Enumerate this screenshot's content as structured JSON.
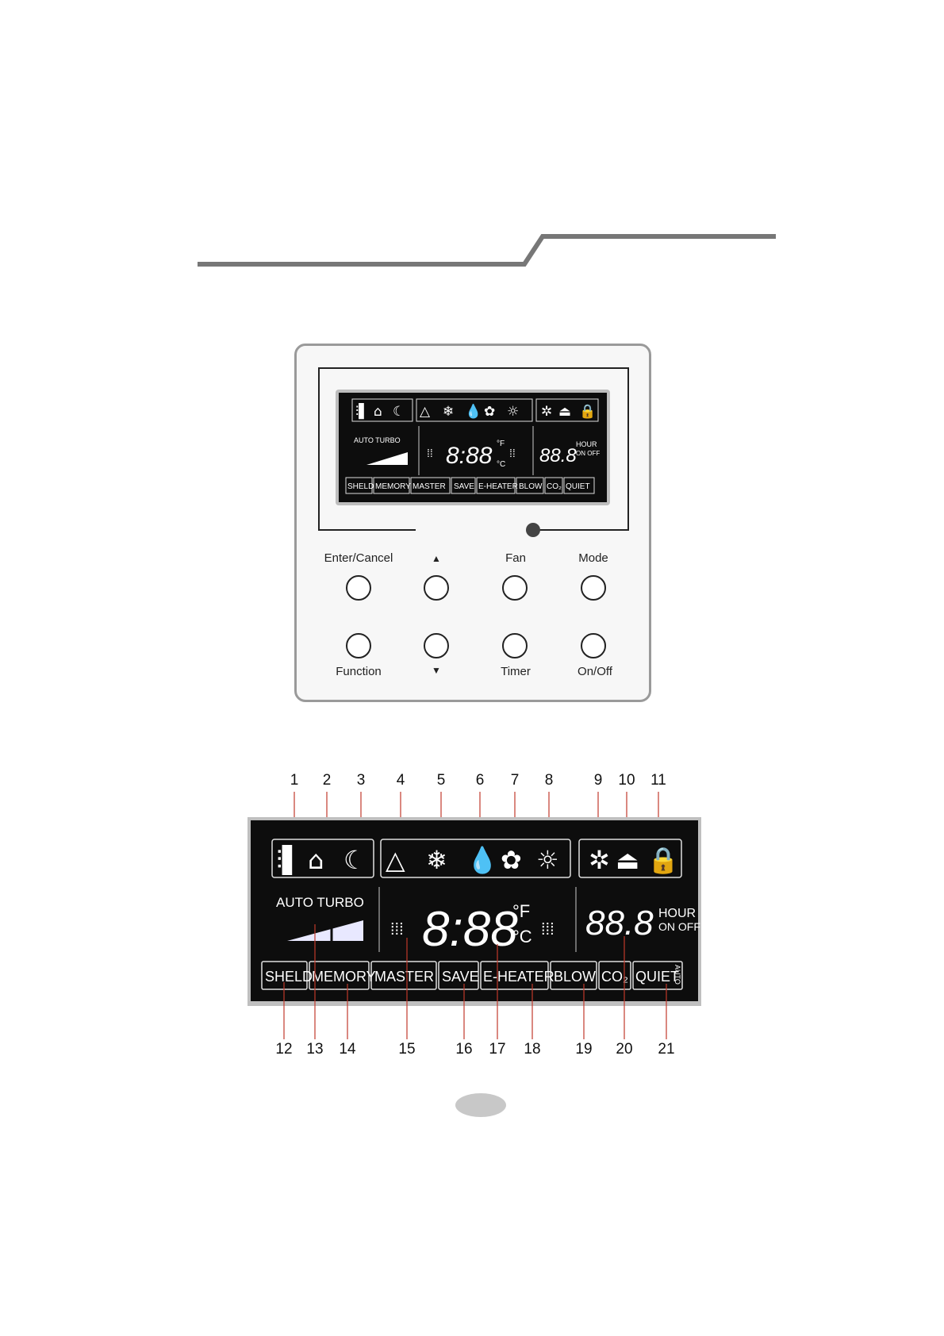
{
  "controller": {
    "buttons": [
      {
        "label": "Enter/Cancel",
        "name": "enter-cancel-button"
      },
      {
        "label": "▲",
        "name": "up-button"
      },
      {
        "label": "Fan",
        "name": "fan-button"
      },
      {
        "label": "Mode",
        "name": "mode-button"
      },
      {
        "label": "Function",
        "name": "function-button"
      },
      {
        "label": "▼",
        "name": "down-button"
      },
      {
        "label": "Timer",
        "name": "timer-button"
      },
      {
        "label": "On/Off",
        "name": "on-off-button"
      }
    ]
  },
  "lcd": {
    "auto_turbo": "AUTO TURBO",
    "digits_temp": "8:88",
    "unit_f": "°F",
    "unit_c": "°C",
    "digits_timer": "88.8",
    "hour": "HOUR",
    "on_off": "ON OFF",
    "function_labels": [
      "SHELD",
      "MEMORY",
      "MASTER",
      "SAVE",
      "E-HEATER",
      "BLOW",
      "CO₂",
      "QUIET",
      "AUTO"
    ]
  },
  "callouts_top": [
    "1",
    "2",
    "3",
    "4",
    "5",
    "6",
    "7",
    "8",
    "9",
    "10",
    "11"
  ],
  "callouts_bottom": [
    "12",
    "13",
    "14",
    "15",
    "16",
    "17",
    "18",
    "19",
    "20",
    "21"
  ],
  "icons": [
    "swing-icon",
    "home-icon",
    "sleep-icon",
    "auto-mode-icon",
    "cool-icon",
    "dry-icon",
    "fan-icon",
    "heat-icon",
    "defrost-icon",
    "lock-out-icon",
    "lock-icon"
  ],
  "colors": {
    "lcd_bg": "#0d0d0d",
    "lcd_fg": "#ffffff",
    "frame": "#9a9a9a",
    "rule": "#777777"
  }
}
